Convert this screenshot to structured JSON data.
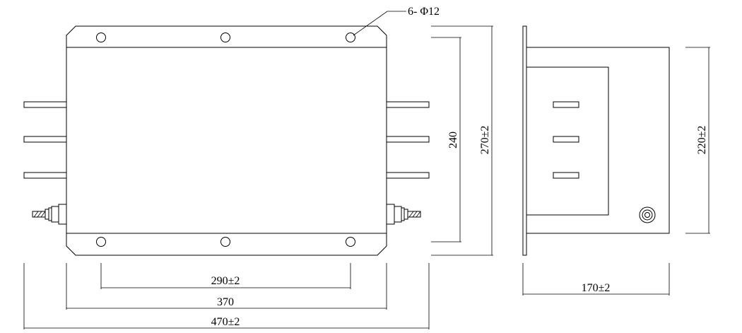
{
  "dimensions": {
    "hole_callout": "6- Φ12",
    "hole_spacing": "290±2",
    "body_width": "370",
    "overall_width": "470±2",
    "inner_height": "240",
    "overall_height": "270±2",
    "side_height": "220±2",
    "side_depth": "170±2"
  },
  "colors": {
    "line": "#000000",
    "background": "#ffffff"
  }
}
